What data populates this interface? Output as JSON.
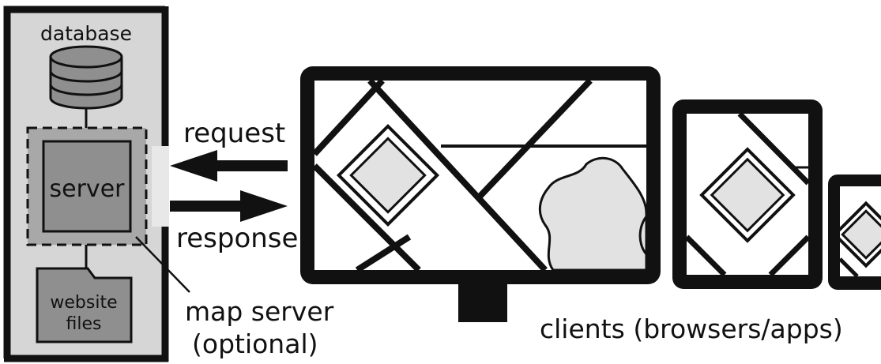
{
  "labels": {
    "database": "database",
    "server": "server",
    "website_files_line1": "website",
    "website_files_line2": "files",
    "request": "request",
    "response": "response",
    "map_server_line1": "map server",
    "map_server_line2": "(optional)",
    "clients": "clients (browsers/apps)"
  },
  "colors": {
    "stroke": "#111111",
    "panel_fill": "#d6d6d6",
    "server_fill": "#8f8f8f",
    "map_server_fill": "#a8a8a8",
    "map_shape_fill": "#e2e2e2",
    "screen_fill": "#ffffff"
  },
  "icons": {
    "database": "database-cylinder-icon",
    "files": "folder-icon",
    "arrows": [
      "arrow-left-icon",
      "arrow-right-icon"
    ]
  }
}
